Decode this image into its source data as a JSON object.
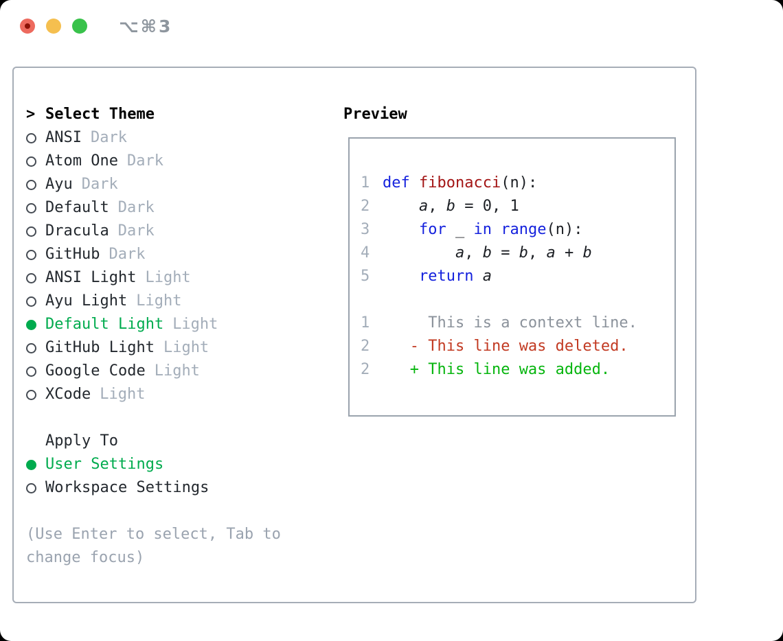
{
  "window": {
    "shortcut": "⌥⌘3"
  },
  "selector": {
    "prompt": ">",
    "title": "Select Theme",
    "themes": [
      {
        "name": "ANSI",
        "tag": "Dark",
        "selected": false
      },
      {
        "name": "Atom One",
        "tag": "Dark",
        "selected": false
      },
      {
        "name": "Ayu",
        "tag": "Dark",
        "selected": false
      },
      {
        "name": "Default",
        "tag": "Dark",
        "selected": false
      },
      {
        "name": "Dracula",
        "tag": "Dark",
        "selected": false
      },
      {
        "name": "GitHub",
        "tag": "Dark",
        "selected": false
      },
      {
        "name": "ANSI Light",
        "tag": "Light",
        "selected": false
      },
      {
        "name": "Ayu Light",
        "tag": "Light",
        "selected": false
      },
      {
        "name": "Default Light",
        "tag": "Light",
        "selected": true
      },
      {
        "name": "GitHub Light",
        "tag": "Light",
        "selected": false
      },
      {
        "name": "Google Code",
        "tag": "Light",
        "selected": false
      },
      {
        "name": "XCode",
        "tag": "Light",
        "selected": false
      }
    ],
    "apply_to": {
      "title": "Apply To",
      "options": [
        {
          "name": "User Settings",
          "selected": true
        },
        {
          "name": "Workspace Settings",
          "selected": false
        }
      ]
    },
    "hint": "(Use Enter to select, Tab to change focus)"
  },
  "preview": {
    "title": "Preview",
    "lines": [
      {
        "num": "1",
        "tokens": [
          {
            "t": "def",
            "c": "kw"
          },
          {
            "t": " ",
            "c": "pl"
          },
          {
            "t": "fibonacci",
            "c": "fn"
          },
          {
            "t": "(n):",
            "c": "pl"
          }
        ]
      },
      {
        "num": "2",
        "tokens": [
          {
            "t": "    ",
            "c": "pl"
          },
          {
            "t": "a",
            "c": "var"
          },
          {
            "t": ", ",
            "c": "pl"
          },
          {
            "t": "b",
            "c": "var"
          },
          {
            "t": " = 0, 1",
            "c": "pl"
          }
        ]
      },
      {
        "num": "3",
        "tokens": [
          {
            "t": "    ",
            "c": "pl"
          },
          {
            "t": "for",
            "c": "kw"
          },
          {
            "t": " _ ",
            "c": "pl"
          },
          {
            "t": "in",
            "c": "kw"
          },
          {
            "t": " ",
            "c": "pl"
          },
          {
            "t": "range",
            "c": "kw"
          },
          {
            "t": "(n):",
            "c": "pl"
          }
        ]
      },
      {
        "num": "4",
        "tokens": [
          {
            "t": "        ",
            "c": "pl"
          },
          {
            "t": "a",
            "c": "var"
          },
          {
            "t": ", ",
            "c": "pl"
          },
          {
            "t": "b",
            "c": "var"
          },
          {
            "t": " = ",
            "c": "pl"
          },
          {
            "t": "b",
            "c": "var"
          },
          {
            "t": ", ",
            "c": "pl"
          },
          {
            "t": "a",
            "c": "var"
          },
          {
            "t": " + ",
            "c": "pl"
          },
          {
            "t": "b",
            "c": "var"
          }
        ]
      },
      {
        "num": "5",
        "tokens": [
          {
            "t": "    ",
            "c": "pl"
          },
          {
            "t": "return",
            "c": "kw"
          },
          {
            "t": " ",
            "c": "pl"
          },
          {
            "t": "a",
            "c": "var"
          }
        ]
      },
      {
        "num": "",
        "tokens": []
      },
      {
        "num": "1",
        "tokens": [
          {
            "t": "     ",
            "c": "pl"
          },
          {
            "t": "This is a context line.",
            "c": "ctx"
          }
        ]
      },
      {
        "num": "2",
        "tokens": [
          {
            "t": "   ",
            "c": "pl"
          },
          {
            "t": "- This line was deleted.",
            "c": "del"
          }
        ]
      },
      {
        "num": "2",
        "tokens": [
          {
            "t": "   ",
            "c": "pl"
          },
          {
            "t": "+ This line was added.",
            "c": "add"
          }
        ]
      }
    ]
  },
  "colors": {
    "keyword": "#1522dd",
    "function": "#a31515",
    "plain": "#1c1f24",
    "line_number": "#a3adb9",
    "context": "#8b929b",
    "deleted": "#c23a22",
    "added": "#06b50e",
    "selected_green": "#00ab4e",
    "muted_tag": "#a3adb9",
    "hint": "#9aa3af",
    "text": "#23282e",
    "border": "#a6adb7",
    "traffic_red": "#ed6a5e",
    "traffic_red_dot": "#8c1207",
    "traffic_yellow": "#f5bf4f",
    "traffic_green": "#39c24b",
    "shortcut": "#8e969e"
  }
}
